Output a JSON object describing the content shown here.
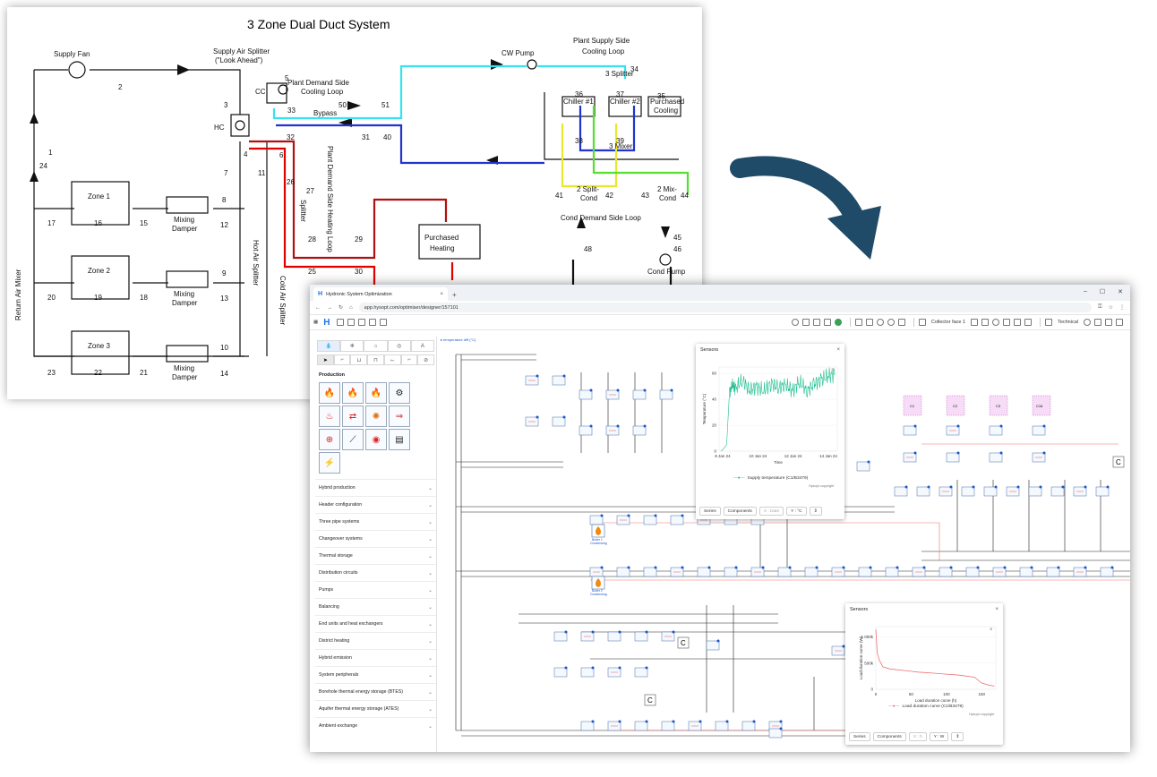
{
  "legacy": {
    "title": "3 Zone Dual Duct System",
    "labels": {
      "supply_fan": "Supply Fan",
      "supply_splitter_a": "Supply Air Splitter",
      "supply_splitter_b": "(\"Look Ahead\")",
      "cc": "CC",
      "hc": "HC",
      "plant_demand_a": "Plant Demand Side",
      "plant_demand_b": "Cooling Loop",
      "plant_supply_a": "Plant Supply Side",
      "plant_supply_b": "Cooling Loop",
      "cw_pump": "CW Pump",
      "bypass": "Bypass",
      "chiller1": "Chiller #1",
      "chiller2": "Chiller #2",
      "purchased_cooling_a": "Purchased",
      "purchased_cooling_b": "Cooling",
      "split3": "3 Splitter",
      "mix3": "3 Mixer",
      "split2_a": "2 Split-",
      "split2_b": "Cond",
      "mix2_a": "2 Mix-",
      "mix2_b": "Cond",
      "cond_demand": "Cond Demand Side Loop",
      "cond_pump": "Cond Pump",
      "purchased_heating_a": "Purchased",
      "purchased_heating_b": "Heating",
      "zone1": "Zone 1",
      "zone2": "Zone 2",
      "zone3": "Zone 3",
      "mixing_damper_a": "Mixing",
      "mixing_damper_b": "Damper",
      "return_mixer": "Return Air Mixer",
      "hot_splitter": "Hot Air Splitter",
      "cold_splitter": "Cold Air Splitter",
      "plant_demand_heating": "Plant Demand Side Heating Loop",
      "splitter_v": "Splitter"
    },
    "nodes": [
      "1",
      "2",
      "3",
      "4",
      "5",
      "6",
      "7",
      "8",
      "9",
      "10",
      "11",
      "12",
      "13",
      "14",
      "15",
      "16",
      "17",
      "18",
      "19",
      "20",
      "21",
      "22",
      "23",
      "24",
      "25",
      "26",
      "27",
      "28",
      "29",
      "30",
      "31",
      "32",
      "33",
      "34",
      "35",
      "36",
      "37",
      "38",
      "39",
      "40",
      "41",
      "42",
      "43",
      "44",
      "45",
      "46",
      "48",
      "50",
      "51"
    ]
  },
  "browser": {
    "tab_title": "Hydronic System Optimization",
    "url": "app.hysopt.com/optimiser/designer/157101",
    "new_tab": "+",
    "controls": [
      "–",
      "☐",
      "✕"
    ]
  },
  "toolbar": {
    "collector": "Collector face 1",
    "mode": "Technical"
  },
  "panel": {
    "categories": [
      "💧",
      "❄",
      "⌂",
      "◎",
      "A"
    ],
    "section_production": "Production",
    "production_icons": [
      "flame-boiler",
      "flame-boiler",
      "flame-boiler",
      "chp-engine",
      "heat-pump",
      "heat-exchanger",
      "solar-collector",
      "heat-exchanger",
      "electric-boiler",
      "solar-thermal",
      "ground-source",
      "storage-tank",
      "electric-heater"
    ],
    "accordion": [
      "Hybrid production",
      "Header configuration",
      "Three pipe systems",
      "Changeover systems",
      "Thermal storage",
      "Distribution circuits",
      "Pumps",
      "Balancing",
      "End units and heat exchangers",
      "District heating",
      "Hybrid emission",
      "System peripherals",
      "Borehole thermal energy storage (BTES)",
      "Aquifer thermal energy storage (ATES)",
      "Ambient exchange"
    ]
  },
  "canvas": {
    "corner_label": "▸ temperature diff (°C)",
    "boiler_label_1": "Boiler 1",
    "boiler_sub": "Condensing",
    "boiler_label_2": "Boiler 2",
    "consumers": [
      "C1",
      "C2",
      "C3",
      "C16"
    ],
    "connector_c": "C"
  },
  "sensor1": {
    "title": "Sensors",
    "close": "×",
    "credit": "Hysopt copyright",
    "buttons": [
      "Series",
      "Components",
      "X : Date",
      "Y : °C",
      "⇕"
    ],
    "disabled": [
      false,
      false,
      true,
      false,
      false
    ]
  },
  "sensor2": {
    "title": "Sensors",
    "close": "×",
    "credit": "Hysopt copyright",
    "buttons": [
      "Series",
      "Components",
      "X : h",
      "Y : W",
      "⇕"
    ],
    "disabled": [
      false,
      false,
      true,
      false,
      false
    ]
  },
  "chart_data": [
    {
      "type": "line",
      "title": "",
      "xlabel": "Time",
      "ylabel": "Temperature (°C)",
      "x_ticks": [
        "8 Jan 24",
        "10 Jan 24",
        "12 Jan 24",
        "14 Jan 24"
      ],
      "y_ticks": [
        0,
        20,
        40,
        60
      ],
      "ylim": [
        0,
        65
      ],
      "legend": "bottom",
      "series": [
        {
          "name": "Supply temperature (C1/B3479)",
          "color": "#1fbf8f",
          "x_days": [
            0,
            0.2,
            0.4,
            0.6,
            0.8,
            1.0,
            1.5,
            2.0,
            2.5,
            3.0,
            3.5,
            4.0,
            4.5,
            5.0,
            5.5,
            6.0,
            6.5,
            7.0,
            7.5,
            8.0
          ],
          "y": [
            0,
            2,
            5,
            45,
            52,
            48,
            55,
            47,
            50,
            46,
            53,
            49,
            51,
            47,
            54,
            46,
            52,
            55,
            58,
            60
          ]
        }
      ]
    },
    {
      "type": "line",
      "title": "",
      "xlabel": "Load duration curve (h)",
      "ylabel": "Load duration curve (W)",
      "x_ticks": [
        0,
        50,
        100,
        150
      ],
      "y_ticks": [
        "0",
        "500k",
        "1 000k"
      ],
      "xlim": [
        0,
        170
      ],
      "ylim": [
        0,
        1200000
      ],
      "legend": "bottom",
      "series": [
        {
          "name": "Load duration curve (C1/B3479)",
          "color": "#f07070",
          "x": [
            0,
            2,
            5,
            10,
            20,
            40,
            60,
            80,
            100,
            120,
            140,
            150,
            160,
            168
          ],
          "y": [
            1150000,
            700000,
            560000,
            430000,
            390000,
            360000,
            330000,
            310000,
            290000,
            270000,
            230000,
            120000,
            80000,
            60000
          ]
        }
      ]
    }
  ]
}
